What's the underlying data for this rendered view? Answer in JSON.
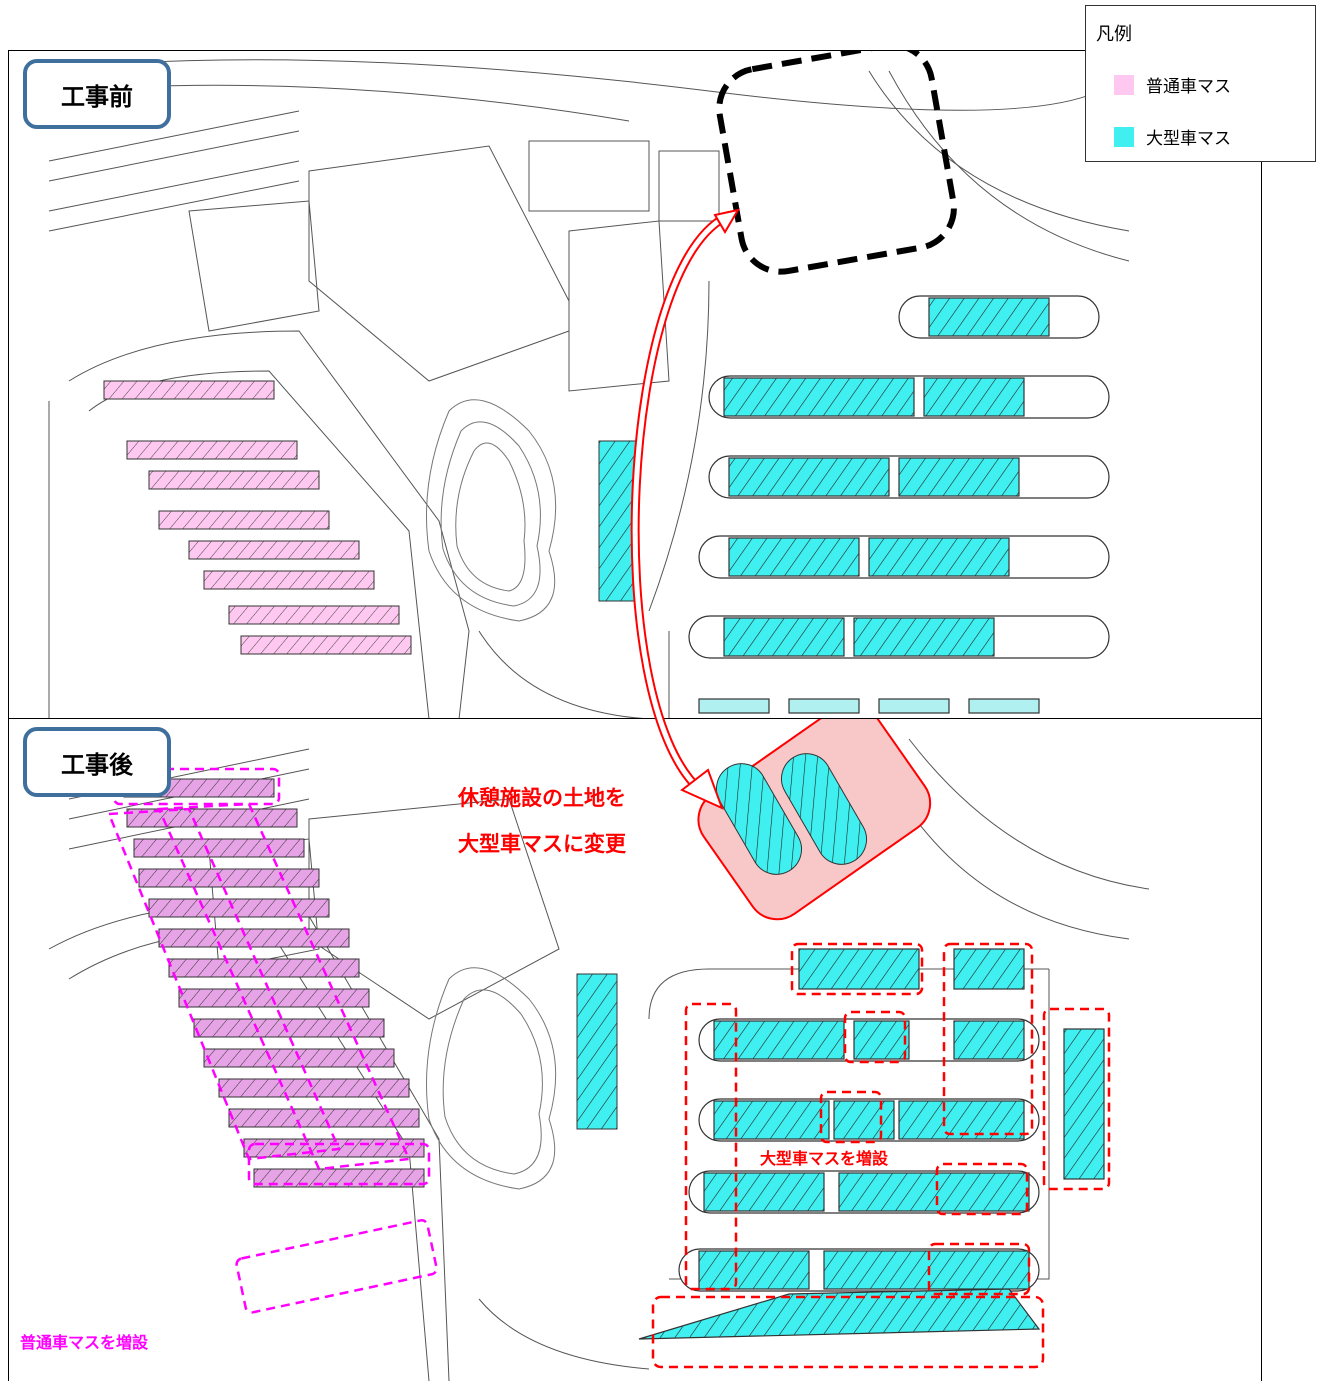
{
  "legend": {
    "title": "凡例",
    "items": [
      {
        "label": "普通車マス",
        "color": "#ffc8f0"
      },
      {
        "label": "大型車マス",
        "color": "#40f0f0"
      }
    ]
  },
  "before": {
    "title": "工事前"
  },
  "after": {
    "title": "工事後",
    "note_line1": "休憩施設の土地を",
    "note_line2": "大型車マスに変更",
    "large_added": "大型車マスを増設",
    "regular_added": "普通車マスを増設"
  },
  "colors": {
    "regular": "#ffc8f0",
    "regular_dark": "#e6a3e6",
    "large": "#40f0f0",
    "red": "#ff0000",
    "magenta": "#ff00ff",
    "highlight_fill": "#f8c8c8"
  }
}
